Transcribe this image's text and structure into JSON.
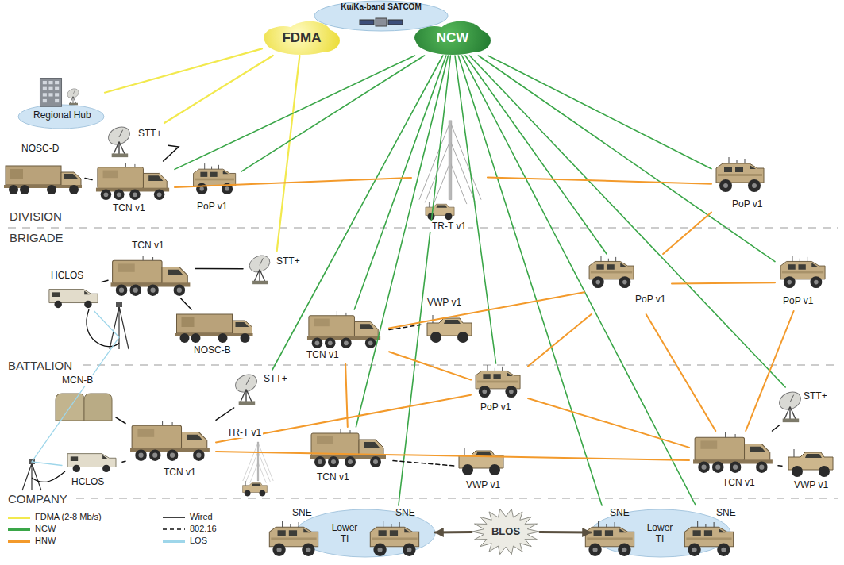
{
  "diagram": {
    "nodes": [
      {
        "text": [
          "Ku/Ka-band SATCOM"
        ]
      },
      {
        "text": [
          "FDMA"
        ]
      },
      {
        "text": [
          "NCW"
        ]
      },
      {
        "text": [
          "Regional Hub"
        ]
      },
      {
        "text": [
          "STT+"
        ]
      },
      {
        "text": [
          "NOSC-D"
        ]
      },
      {
        "text": [
          "TCN v1"
        ]
      },
      {
        "text": [
          "PoP v1"
        ]
      },
      {
        "text": [
          "TR-T v1"
        ]
      },
      {
        "text": [
          "PoP v1"
        ]
      },
      {
        "text": [
          "TCN v1"
        ]
      },
      {
        "text": [
          "HCLOS"
        ]
      },
      {
        "text": [
          "STT+"
        ]
      },
      {
        "text": [
          "NOSC-B"
        ]
      },
      {
        "text": [
          "TCN v1"
        ]
      },
      {
        "text": [
          "VWP v1"
        ]
      },
      {
        "text": [
          "PoP v1"
        ]
      },
      {
        "text": [
          "PoP v1"
        ]
      },
      {
        "text": [
          "MCN-B"
        ]
      },
      {
        "text": [
          "STT+"
        ]
      },
      {
        "text": [
          "TCN v1"
        ]
      },
      {
        "text": [
          "HCLOS"
        ]
      },
      {
        "text": [
          "TR-T v1"
        ]
      },
      {
        "text": [
          "PoP v1"
        ]
      },
      {
        "text": [
          "TCN v1"
        ]
      },
      {
        "text": [
          "VWP v1"
        ]
      },
      {
        "text": [
          "STT+"
        ]
      },
      {
        "text": [
          "TCN v1"
        ]
      },
      {
        "text": [
          "VWP v1"
        ]
      },
      {
        "text": [
          "Lower TI"
        ]
      },
      {
        "text": [
          "SNE"
        ]
      },
      {
        "text": [
          "SNE"
        ]
      },
      {
        "text": [
          "BLOS"
        ]
      },
      {
        "text": [
          "Lower TI"
        ]
      },
      {
        "text": [
          "SNE"
        ]
      },
      {
        "text": [
          "SNE"
        ]
      }
    ],
    "edges": [
      {
        "from": 1,
        "to": 3,
        "arrow": "none"
      },
      {
        "from": 1,
        "to": 4,
        "arrow": "none"
      },
      {
        "from": 1,
        "to": 12,
        "arrow": "none"
      },
      {
        "from": 2,
        "to": 6,
        "arrow": "none"
      },
      {
        "from": 2,
        "to": 7,
        "arrow": "none"
      },
      {
        "from": 2,
        "to": 9,
        "arrow": "none"
      },
      {
        "from": 2,
        "to": 14,
        "arrow": "none"
      },
      {
        "from": 2,
        "to": 16,
        "arrow": "none"
      },
      {
        "from": 2,
        "to": 17,
        "arrow": "none"
      },
      {
        "from": 2,
        "to": 19,
        "arrow": "none"
      },
      {
        "from": 2,
        "to": 23,
        "arrow": "none"
      },
      {
        "from": 2,
        "to": 24,
        "arrow": "none"
      },
      {
        "from": 2,
        "to": 26,
        "arrow": "none"
      },
      {
        "from": 2,
        "to": 31,
        "arrow": "none"
      },
      {
        "from": 2,
        "to": 34,
        "arrow": "none"
      },
      {
        "from": 2,
        "to": 35,
        "arrow": "none"
      },
      {
        "from": 6,
        "to": 8,
        "arrow": "none"
      },
      {
        "from": 8,
        "to": 9,
        "arrow": "none"
      },
      {
        "from": 9,
        "to": 16,
        "arrow": "none"
      },
      {
        "from": 16,
        "to": 17,
        "arrow": "none"
      },
      {
        "from": 16,
        "to": 14,
        "arrow": "none"
      },
      {
        "from": 16,
        "to": 23,
        "arrow": "none"
      },
      {
        "from": 16,
        "to": 27,
        "arrow": "none"
      },
      {
        "from": 17,
        "to": 27,
        "arrow": "none"
      },
      {
        "from": 14,
        "to": 23,
        "arrow": "none"
      },
      {
        "from": 14,
        "to": 24,
        "arrow": "none"
      },
      {
        "from": 20,
        "to": 23,
        "arrow": "none"
      },
      {
        "from": 20,
        "to": 27,
        "arrow": "none"
      },
      {
        "from": 23,
        "to": 27,
        "arrow": "none"
      },
      {
        "from": 5,
        "to": 6,
        "arrow": "none"
      },
      {
        "from": 4,
        "to": 6,
        "arrow": "none"
      },
      {
        "from": 11,
        "to": 10,
        "arrow": "none"
      },
      {
        "from": 10,
        "to": 12,
        "arrow": "none"
      },
      {
        "from": 10,
        "to": 13,
        "arrow": "none"
      },
      {
        "from": 18,
        "to": 20,
        "arrow": "none"
      },
      {
        "from": 21,
        "to": 20,
        "arrow": "none"
      },
      {
        "from": 19,
        "to": 20,
        "arrow": "none"
      },
      {
        "from": 26,
        "to": 27,
        "arrow": "none"
      },
      {
        "from": 14,
        "to": 15,
        "arrow": "none"
      },
      {
        "from": 24,
        "to": 25,
        "arrow": "none"
      },
      {
        "from": 27,
        "to": 28,
        "arrow": "none"
      },
      {
        "from": 11,
        "to": 21,
        "arrow": "none"
      },
      {
        "from": 32,
        "to": 29,
        "arrow": "to"
      },
      {
        "from": 32,
        "to": 33,
        "arrow": "to"
      }
    ],
    "labels": [
      "DIVISION",
      "BRIGADE",
      "BATTALION",
      "COMPANY"
    ],
    "legend": [
      {
        "text": "FDMA (2-8 Mb/s)",
        "color": "#f2e94e"
      },
      {
        "text": "NCW",
        "color": "#3aa648"
      },
      {
        "text": "HNW",
        "color": "#f39a2b"
      },
      {
        "text": "Wired"
      },
      {
        "text": "802.16"
      },
      {
        "text": "LOS",
        "color": "#9ed6ea"
      }
    ]
  }
}
